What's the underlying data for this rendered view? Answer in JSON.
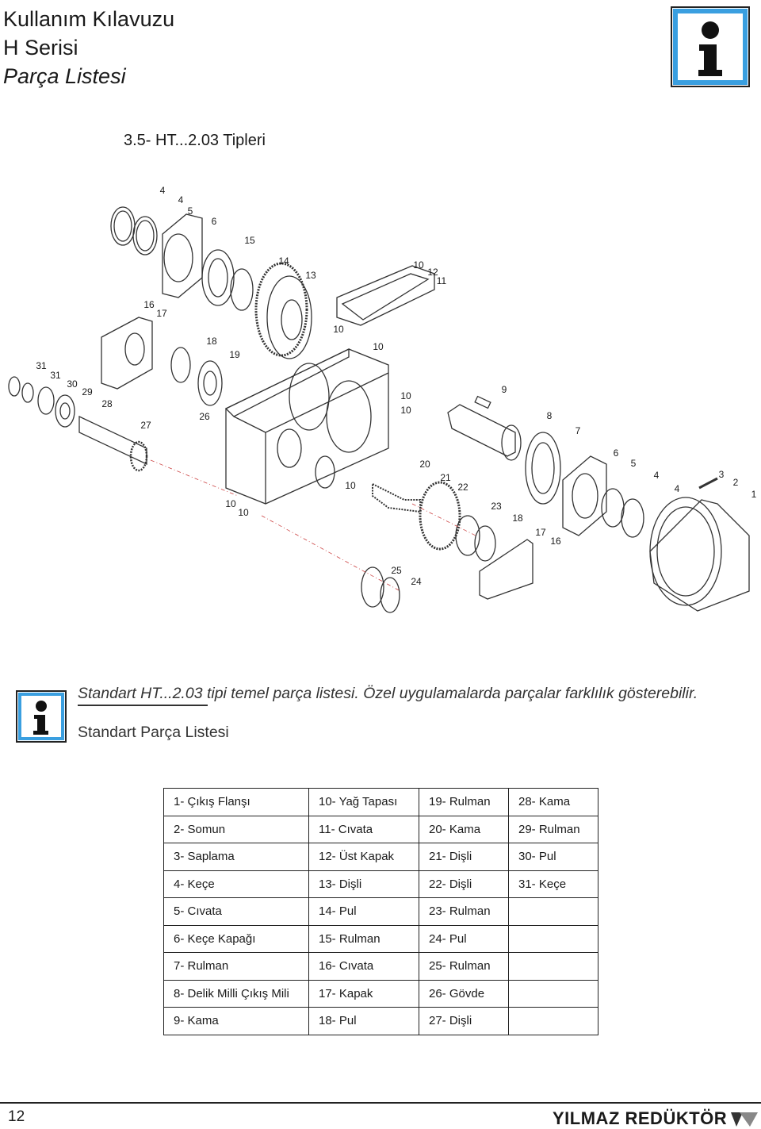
{
  "header": {
    "line1": "Kullanım Kılavuzu",
    "line2": "H Serisi",
    "line3": "Parça Listesi"
  },
  "section_title": "3.5- HT...2.03 Tipleri",
  "diagram_labels": [
    "4",
    "4",
    "5",
    "6",
    "15",
    "14",
    "13",
    "10",
    "12",
    "11",
    "16",
    "17",
    "10",
    "10",
    "18",
    "19",
    "31",
    "31",
    "30",
    "29",
    "28",
    "27",
    "26",
    "9",
    "10",
    "10",
    "8",
    "7",
    "6",
    "5",
    "4",
    "4",
    "3",
    "2",
    "1",
    "20",
    "21",
    "22",
    "10",
    "10",
    "10",
    "23",
    "18",
    "17",
    "16",
    "25",
    "24"
  ],
  "note": "Standart HT...2.03 tipi temel parça listesi. Özel uygulamalarda parçalar farklılık gösterebilir.",
  "std_title": "Standart Parça Listesi",
  "parts_table": [
    [
      "1- Çıkış Flanşı",
      "10- Yağ Tapası",
      "19- Rulman",
      "28- Kama"
    ],
    [
      "2- Somun",
      "11- Cıvata",
      "20- Kama",
      "29- Rulman"
    ],
    [
      "3- Saplama",
      "12- Üst Kapak",
      "21- Dişli",
      "30- Pul"
    ],
    [
      "4- Keçe",
      "13- Dişli",
      "22- Dişli",
      "31- Keçe"
    ],
    [
      "5- Cıvata",
      "14- Pul",
      "23- Rulman",
      ""
    ],
    [
      "6- Keçe Kapağı",
      "15- Rulman",
      "24- Pul",
      ""
    ],
    [
      "7- Rulman",
      "16- Cıvata",
      "25- Rulman",
      ""
    ],
    [
      "8- Delik Milli Çıkış Mili",
      "17- Kapak",
      "26- Gövde",
      ""
    ],
    [
      "9- Kama",
      "18- Pul",
      "27- Dişli",
      ""
    ]
  ],
  "footer": {
    "page_number": "12",
    "brand": "YILMAZ REDÜKTÖR"
  },
  "colors": {
    "info_blue": "#3a9fe0",
    "text": "#1a1a1a"
  }
}
